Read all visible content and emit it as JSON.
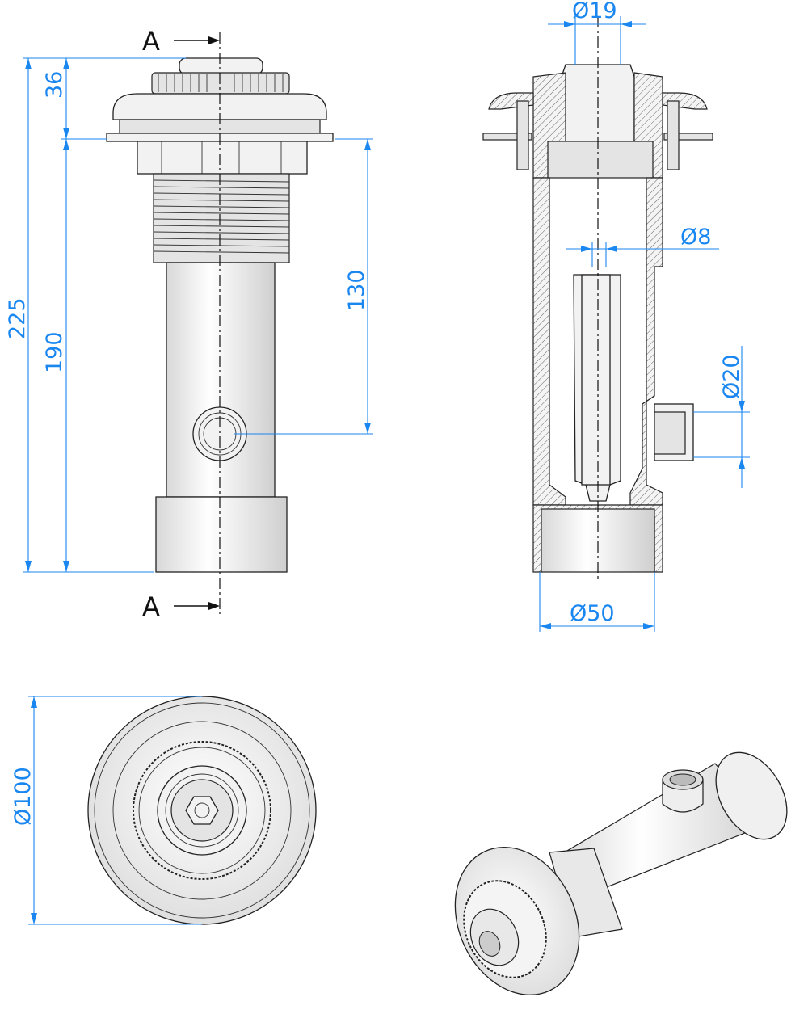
{
  "drawing": {
    "section_marker_top": "A",
    "section_marker_bottom": "A",
    "dimensions": {
      "overall_height": "225",
      "body_height": "190",
      "cap_height": "36",
      "port_offset": "130",
      "top_diameter": "Ø19",
      "jet_diameter": "Ø8",
      "port_diameter": "Ø20",
      "bottom_diameter": "Ø50",
      "flange_diameter": "Ø100"
    },
    "colors": {
      "dimension": "#1a86f0",
      "outline": "#222222"
    }
  }
}
